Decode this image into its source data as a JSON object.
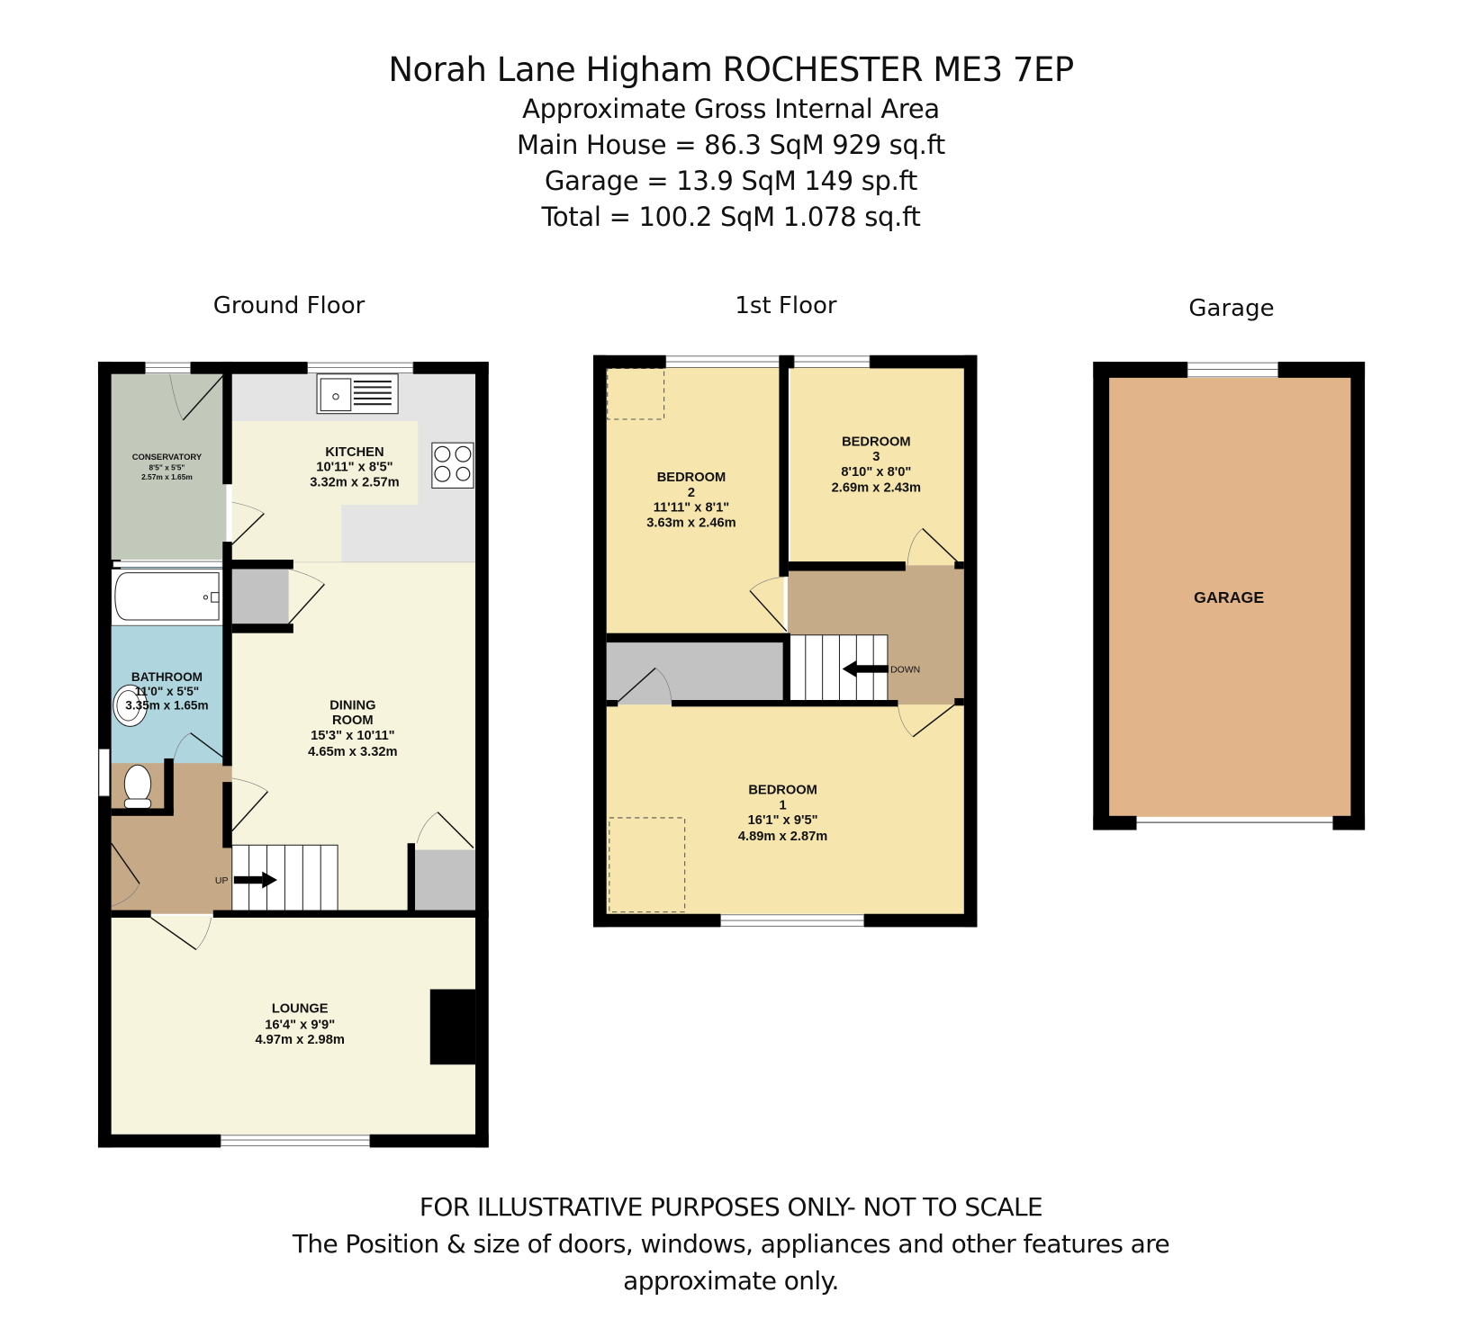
{
  "header": {
    "title": "Norah Lane Higham ROCHESTER ME3 7EP",
    "subtitle": "Approximate Gross Internal Area",
    "main_house": "Main House = 86.3 SqM  929 sq.ft",
    "garage": "Garage = 13.9  SqM 149 sp.ft",
    "total": "Total = 100.2  SqM 1.078 sq.ft"
  },
  "floors": {
    "ground": {
      "label": "Ground Floor",
      "rooms": {
        "conservatory": {
          "name": "CONSERVATORY",
          "imperial": "8'5\"  x 5'5\"",
          "metric": "2.57m  x 1.65m",
          "color": "#c2c9bb"
        },
        "kitchen": {
          "name": "KITCHEN",
          "imperial": "10'11\"  x 8'5\"",
          "metric": "3.32m  x 2.57m",
          "color": "#f5f2dc"
        },
        "bathroom": {
          "name": "BATHROOM",
          "imperial": "11'0\"  x 5'5\"",
          "metric": "3.35m  x 1.65m",
          "color": "#afd6df"
        },
        "dining": {
          "name_line1": "DINING",
          "name_line2": "ROOM",
          "imperial": "15'3\"  x 10'11\"",
          "metric": "4.65m  x 3.32m",
          "color": "#f7f4dd"
        },
        "lounge": {
          "name": "LOUNGE",
          "imperial": "16'4\"  x 9'9\"",
          "metric": "4.97m  x 2.98m",
          "color": "#f7f4dd"
        },
        "hall": {
          "color": "#c6aa88"
        }
      },
      "stairs_label": "UP"
    },
    "first": {
      "label": "1st Floor",
      "rooms": {
        "bedroom2": {
          "name": "BEDROOM",
          "number": "2",
          "imperial": "11'11\"  x 8'1\"",
          "metric": "3.63m  x 2.46m"
        },
        "bedroom3": {
          "name": "BEDROOM",
          "number": "3",
          "imperial": "8'10\"  x 8'0\"",
          "metric": "2.69m  x 2.43m"
        },
        "bedroom1": {
          "name": "BEDROOM",
          "number": "1",
          "imperial": "16'1\"  x 9'5\"",
          "metric": "4.89m  x 2.87m"
        },
        "bedroom_color": "#f6e6ae",
        "landing_color": "#c6ab89"
      },
      "stairs_label": "DOWN"
    },
    "garage": {
      "label": "Garage",
      "room_name": "GARAGE",
      "color": "#e2b489"
    }
  },
  "colors": {
    "wall": "#000000",
    "storage": "#c2c2c2",
    "kitchen_counter": "#e4e4e4"
  },
  "footer": {
    "line1": "FOR ILLUSTRATIVE PURPOSES ONLY- NOT TO SCALE",
    "line2": "The Position & size of doors, windows, appliances and other features are",
    "line3": "approximate only."
  }
}
